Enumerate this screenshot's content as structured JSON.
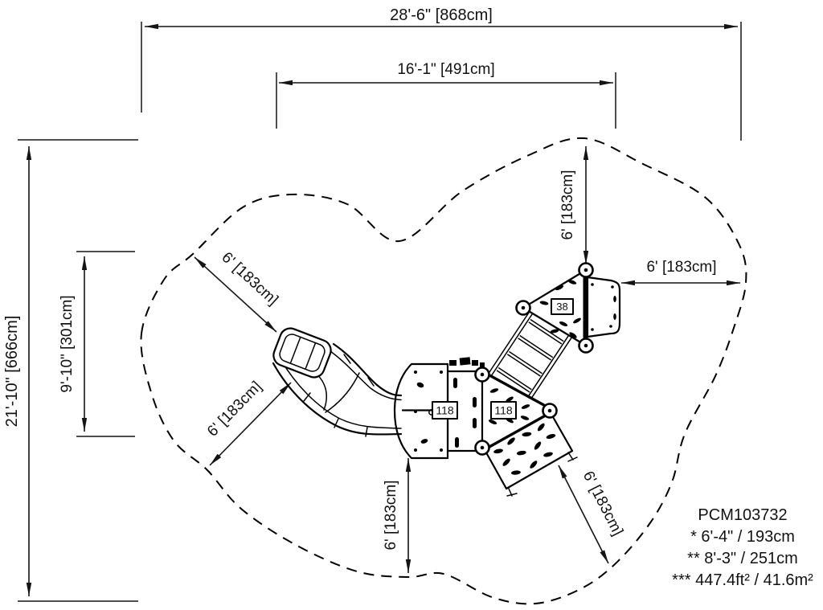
{
  "page": {
    "background": "#ffffff",
    "ink": "#000000"
  },
  "dimensions": {
    "overall_width": {
      "label": "28'-6\" [868cm]"
    },
    "footprint_width": {
      "label": "16'-1\" [491cm]"
    },
    "overall_depth": {
      "label": "21'-10\" [666cm]"
    },
    "footprint_depth": {
      "label": "9'-10\" [301cm]"
    },
    "use_zone_clearance": {
      "label": "6' [183cm]"
    }
  },
  "equipment": {
    "badges": [
      {
        "id": "118"
      },
      {
        "id": "118"
      },
      {
        "id": "38"
      }
    ]
  },
  "info": {
    "model": "PCM103732",
    "notes": [
      "* 6'-4\" / 193cm",
      "** 8'-3\" / 251cm",
      "*** 447.4ft² / 41.6m²"
    ]
  }
}
